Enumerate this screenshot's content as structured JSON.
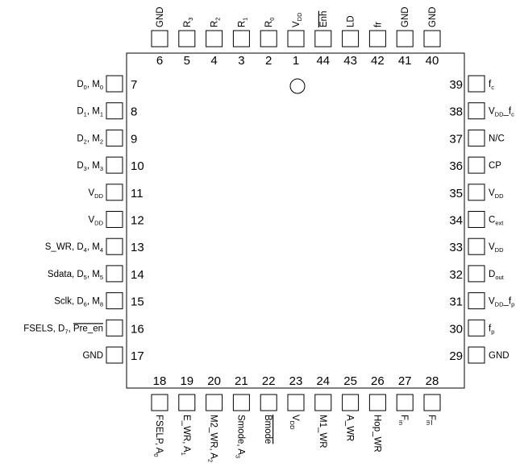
{
  "package": {
    "top_pins": [
      {
        "num": "6",
        "label": [
          [
            "GND",
            ""
          ]
        ]
      },
      {
        "num": "5",
        "label": [
          [
            "R",
            ""
          ],
          [
            "3",
            "sub"
          ]
        ]
      },
      {
        "num": "4",
        "label": [
          [
            "R",
            ""
          ],
          [
            "2",
            "sub"
          ]
        ]
      },
      {
        "num": "3",
        "label": [
          [
            "R",
            ""
          ],
          [
            "1",
            "sub"
          ]
        ]
      },
      {
        "num": "2",
        "label": [
          [
            "R",
            ""
          ],
          [
            "0",
            "sub"
          ]
        ]
      },
      {
        "num": "1",
        "label": [
          [
            "V",
            ""
          ],
          [
            "DD",
            "sub"
          ]
        ]
      },
      {
        "num": "44",
        "label": [
          [
            "Enh",
            "ol"
          ]
        ]
      },
      {
        "num": "43",
        "label": [
          [
            "LD",
            ""
          ]
        ]
      },
      {
        "num": "42",
        "label": [
          [
            "fr",
            ""
          ]
        ]
      },
      {
        "num": "41",
        "label": [
          [
            "GND",
            ""
          ]
        ]
      },
      {
        "num": "40",
        "label": [
          [
            "GND",
            ""
          ]
        ]
      }
    ],
    "left_pins": [
      {
        "num": "7",
        "label": [
          [
            "D",
            ""
          ],
          [
            "0",
            "sub"
          ],
          [
            ", M",
            ""
          ],
          [
            "0",
            "sub"
          ]
        ]
      },
      {
        "num": "8",
        "label": [
          [
            "D",
            ""
          ],
          [
            "1",
            "sub"
          ],
          [
            ", M",
            ""
          ],
          [
            "1",
            "sub"
          ]
        ]
      },
      {
        "num": "9",
        "label": [
          [
            "D",
            ""
          ],
          [
            "2",
            "sub"
          ],
          [
            ", M",
            ""
          ],
          [
            "2",
            "sub"
          ]
        ]
      },
      {
        "num": "10",
        "label": [
          [
            "D",
            ""
          ],
          [
            "3",
            "sub"
          ],
          [
            ", M",
            ""
          ],
          [
            "3",
            "sub"
          ]
        ]
      },
      {
        "num": "11",
        "label": [
          [
            "V",
            ""
          ],
          [
            "DD",
            "sub"
          ]
        ]
      },
      {
        "num": "12",
        "label": [
          [
            "V",
            ""
          ],
          [
            "DD",
            "sub"
          ]
        ]
      },
      {
        "num": "13",
        "label": [
          [
            "S_WR, D",
            ""
          ],
          [
            "4",
            "sub"
          ],
          [
            ", M",
            ""
          ],
          [
            "4",
            "sub"
          ]
        ]
      },
      {
        "num": "14",
        "label": [
          [
            "Sdata, D",
            ""
          ],
          [
            "5",
            "sub"
          ],
          [
            ", M",
            ""
          ],
          [
            "5",
            "sub"
          ]
        ]
      },
      {
        "num": "15",
        "label": [
          [
            "Sclk, D",
            ""
          ],
          [
            "6",
            "sub"
          ],
          [
            ", M",
            ""
          ],
          [
            "8",
            "sub"
          ]
        ]
      },
      {
        "num": "16",
        "label": [
          [
            "FSELS, D",
            ""
          ],
          [
            "7",
            "sub"
          ],
          [
            ", ",
            ""
          ],
          [
            "Pre_en",
            "ol"
          ]
        ]
      },
      {
        "num": "17",
        "label": [
          [
            "GND",
            ""
          ]
        ]
      }
    ],
    "right_pins": [
      {
        "num": "39",
        "label": [
          [
            "f",
            ""
          ],
          [
            "c",
            "sub"
          ]
        ]
      },
      {
        "num": "38",
        "label": [
          [
            "V",
            ""
          ],
          [
            "DD",
            "sub"
          ],
          [
            "_f",
            ""
          ],
          [
            "c",
            "sub"
          ]
        ]
      },
      {
        "num": "37",
        "label": [
          [
            "N/C",
            ""
          ]
        ]
      },
      {
        "num": "36",
        "label": [
          [
            "CP",
            ""
          ]
        ]
      },
      {
        "num": "35",
        "label": [
          [
            "V",
            ""
          ],
          [
            "DD",
            "sub"
          ]
        ]
      },
      {
        "num": "34",
        "label": [
          [
            "C",
            ""
          ],
          [
            "ext",
            "sub"
          ]
        ]
      },
      {
        "num": "33",
        "label": [
          [
            "V",
            ""
          ],
          [
            "DD",
            "sub"
          ]
        ]
      },
      {
        "num": "32",
        "label": [
          [
            "D",
            ""
          ],
          [
            "out",
            "sub"
          ]
        ]
      },
      {
        "num": "31",
        "label": [
          [
            "V",
            ""
          ],
          [
            "DD",
            "sub"
          ],
          [
            "_f",
            ""
          ],
          [
            "p",
            "sub"
          ]
        ]
      },
      {
        "num": "30",
        "label": [
          [
            "f",
            ""
          ],
          [
            "p",
            "sub"
          ]
        ]
      },
      {
        "num": "29",
        "label": [
          [
            "GND",
            ""
          ]
        ]
      }
    ],
    "bottom_pins": [
      {
        "num": "18",
        "label": [
          [
            "FSELP, A",
            ""
          ],
          [
            "0",
            "sub"
          ]
        ]
      },
      {
        "num": "19",
        "label": [
          [
            "E_WR, A",
            ""
          ],
          [
            "1",
            "sub"
          ]
        ]
      },
      {
        "num": "20",
        "label": [
          [
            "M2_WR, A",
            ""
          ],
          [
            "2",
            "sub"
          ]
        ]
      },
      {
        "num": "21",
        "label": [
          [
            "Smode, A",
            ""
          ],
          [
            "3",
            "sub"
          ]
        ]
      },
      {
        "num": "22",
        "label": [
          [
            "Bmode",
            "ol"
          ]
        ]
      },
      {
        "num": "23",
        "label": [
          [
            "V",
            ""
          ],
          [
            "DD",
            "sub"
          ]
        ]
      },
      {
        "num": "24",
        "label": [
          [
            "M1_WR",
            ""
          ]
        ]
      },
      {
        "num": "25",
        "label": [
          [
            "A_WR",
            ""
          ]
        ]
      },
      {
        "num": "26",
        "label": [
          [
            "Hop_WR",
            ""
          ]
        ]
      },
      {
        "num": "27",
        "label": [
          [
            "F",
            ""
          ],
          [
            "in",
            "sub"
          ]
        ]
      },
      {
        "num": "28",
        "label": [
          [
            "F",
            ""
          ],
          [
            "in",
            "ol-sub"
          ]
        ]
      }
    ]
  }
}
